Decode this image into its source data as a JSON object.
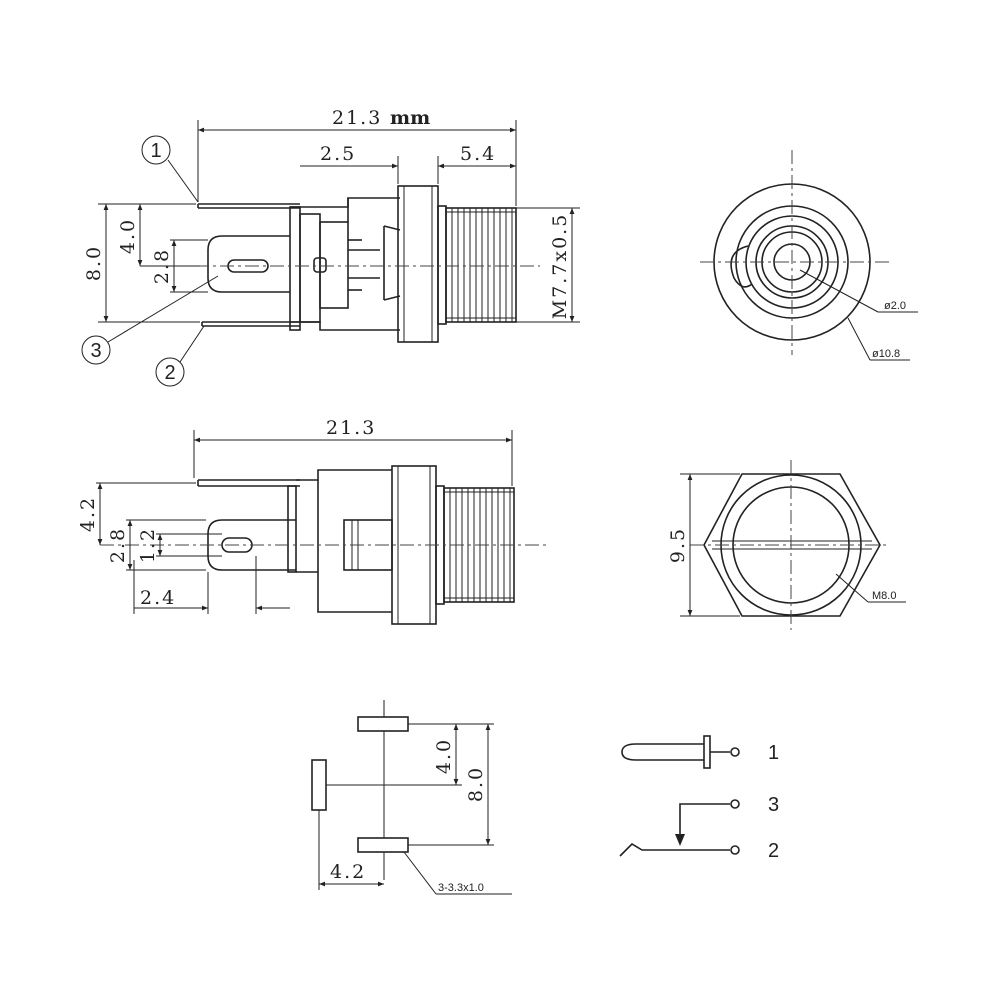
{
  "top_view": {
    "dims": {
      "overall_length": "21.3",
      "overall_unit": "mm",
      "segment_a": "2.5",
      "segment_b": "5.4",
      "height_total": "8.0",
      "height_upper": "4.0",
      "height_pin": "2.8",
      "thread": "M7.7x0.5"
    },
    "callouts": {
      "one": "1",
      "two": "2",
      "three": "3"
    }
  },
  "side_view": {
    "dims": {
      "overall_length": "21.3",
      "h1": "4.2",
      "h2": "2.8",
      "h3": "1.2",
      "pin_offset": "2.4"
    }
  },
  "front_view": {
    "dims": {
      "pin_dia": "ø2.0",
      "outer_dia": "ø10.8"
    }
  },
  "nut_view": {
    "dims": {
      "height": "9.5",
      "thread": "M8.0"
    }
  },
  "footprint": {
    "dims": {
      "v_small": "4.0",
      "v_total": "8.0",
      "h_offset": "4.2",
      "pad_note": "3-3.3x1.0"
    }
  },
  "schematic": {
    "pins": [
      "1",
      "3",
      "2"
    ]
  }
}
